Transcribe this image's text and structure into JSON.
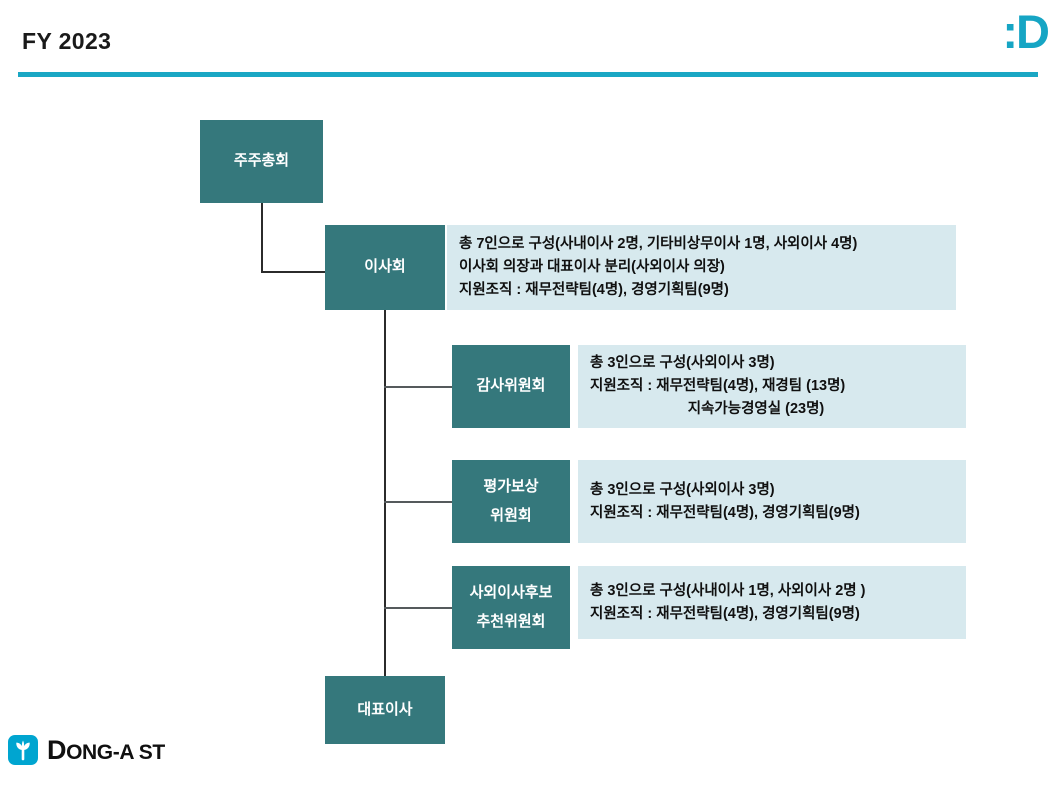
{
  "header": {
    "title": "FY 2023",
    "logo": ":D",
    "accent_color": "#1aa7c4"
  },
  "colors": {
    "node_fill": "#35787c",
    "node_text": "#ffffff",
    "desc_fill": "#d7e9ee",
    "desc_text": "#101010",
    "connector": "#2b2b2b",
    "brand_cyan": "#16a5c4"
  },
  "chart_data": {
    "type": "diagram",
    "title": "FY 2023 Corporate Governance Structure",
    "nodes": [
      {
        "id": "shareholders",
        "label_line1": "주주총회",
        "label_line2": ""
      },
      {
        "id": "board",
        "label_line1": "이사회",
        "label_line2": ""
      },
      {
        "id": "audit",
        "label_line1": "감사위원회",
        "label_line2": ""
      },
      {
        "id": "compensation",
        "label_line1": "평가보상",
        "label_line2": "위원회"
      },
      {
        "id": "nomination",
        "label_line1": "사외이사후보",
        "label_line2": "추천위원회"
      },
      {
        "id": "ceo",
        "label_line1": "대표이사",
        "label_line2": ""
      }
    ],
    "descriptions": [
      {
        "for": "board",
        "lines": [
          "총 7인으로 구성(사내이사 2명, 기타비상무이사 1명, 사외이사 4명)",
          "이사회 의장과 대표이사 분리(사외이사 의장)",
          "지원조직 : 재무전략팀(4명), 경영기획팀(9명)"
        ]
      },
      {
        "for": "audit",
        "lines": [
          "총 3인으로 구성(사외이사 3명)",
          "지원조직 : 재무전략팀(4명), 재경팀 (13명)",
          "지속가능경영실 (23명)"
        ]
      },
      {
        "for": "compensation",
        "lines": [
          "총 3인으로 구성(사외이사 3명)",
          "지원조직 : 재무전략팀(4명), 경영기획팀(9명)"
        ]
      },
      {
        "for": "nomination",
        "lines": [
          "총 3인으로 구성(사내이사 1명, 사외이사 2명 )",
          "지원조직 : 재무전략팀(4명), 경영기획팀(9명)"
        ]
      }
    ],
    "edges": [
      {
        "from": "shareholders",
        "to": "board"
      },
      {
        "from": "board",
        "to": "audit"
      },
      {
        "from": "board",
        "to": "compensation"
      },
      {
        "from": "board",
        "to": "nomination"
      },
      {
        "from": "board",
        "to": "ceo"
      }
    ]
  },
  "footer": {
    "wordmark_main": "D",
    "wordmark_rest": "ONG-A ST",
    "mark": "tulip-logo-icon"
  }
}
